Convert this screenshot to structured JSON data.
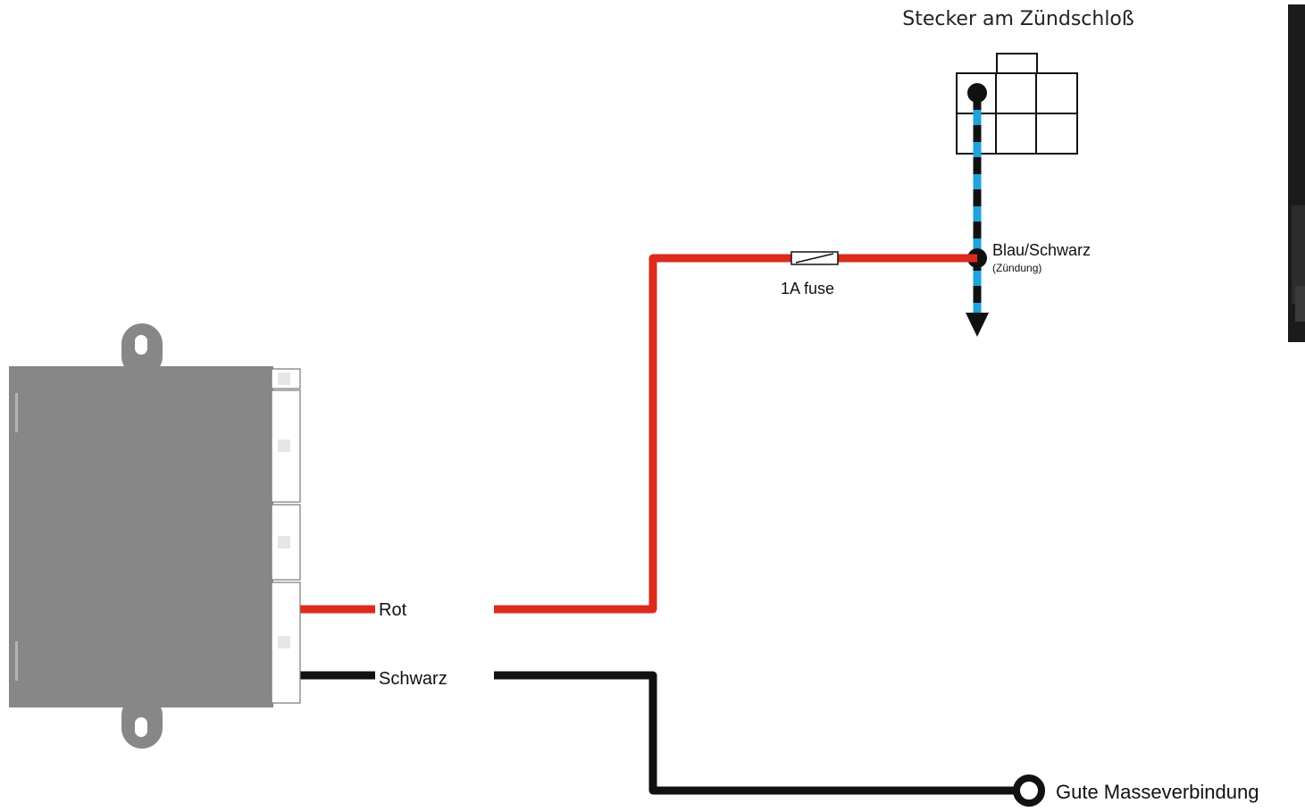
{
  "header": {
    "connector_title": "Stecker am Zündschloß"
  },
  "wires": {
    "red_label": "Rot",
    "black_label": "Schwarz",
    "red_color": "#dc2b1c",
    "black_color": "#111111",
    "blue_color": "#1fa3df"
  },
  "fuse": {
    "label": "1A fuse"
  },
  "ignition": {
    "label": "Blau/Schwarz",
    "sublabel": "(Zündung)"
  },
  "ground": {
    "label": "Gute Masseverbindung"
  },
  "module": {
    "body_color": "#878787"
  }
}
